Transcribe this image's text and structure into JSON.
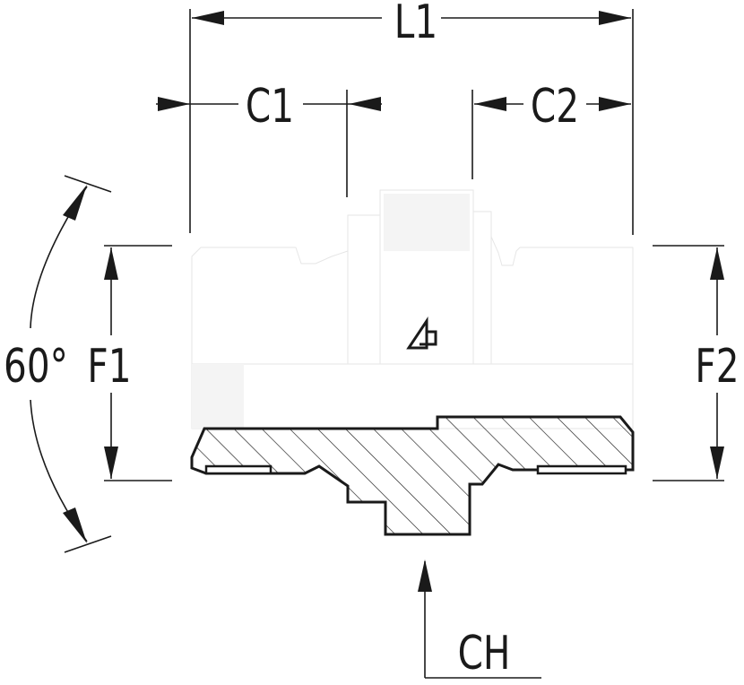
{
  "drawing": {
    "labels": {
      "l1": "L1",
      "c1": "C1",
      "c2": "C2",
      "f1": "F1",
      "f2": "F2",
      "ch": "CH",
      "angle": "60°"
    }
  },
  "colors": {
    "line": "#1a1a1a",
    "body": "#ffffff",
    "background": "#ffffff"
  },
  "icons": {
    "brand": "manufacturer-logo-icon"
  }
}
